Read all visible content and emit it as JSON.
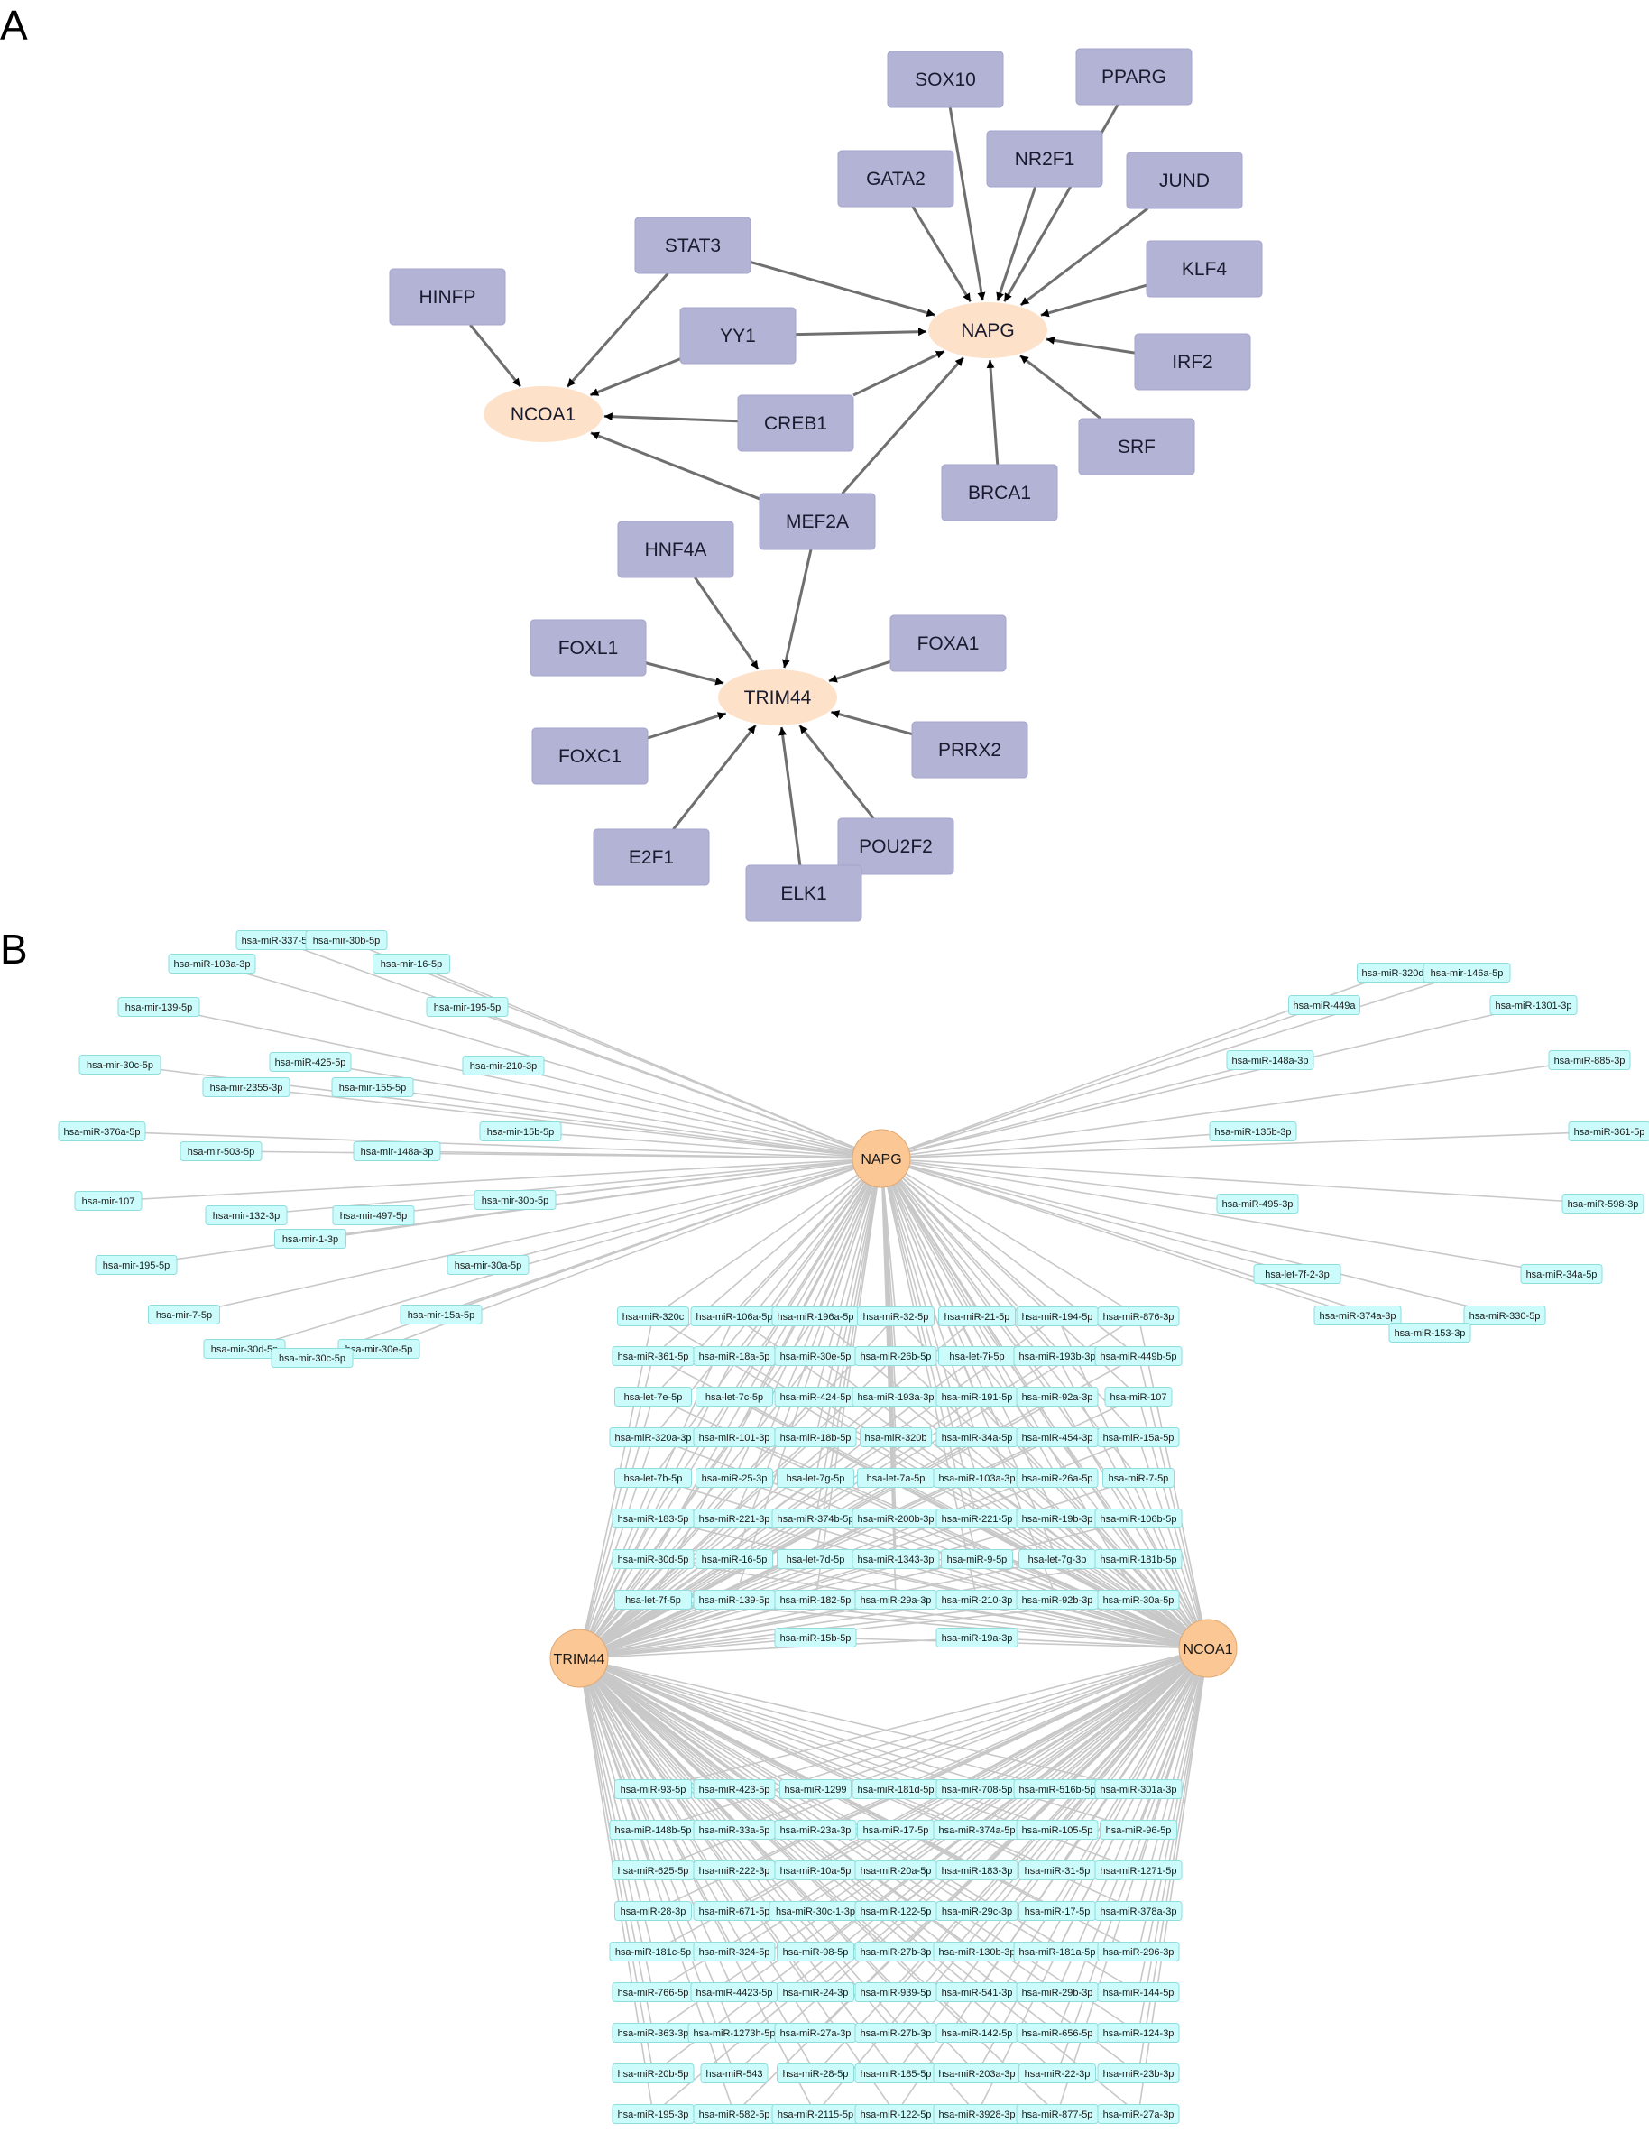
{
  "panels": {
    "a_letter": "A",
    "b_letter": "B"
  },
  "panel_a": {
    "targets": [
      "NAPG",
      "NCOA1",
      "TRIM44"
    ],
    "tfs": [
      "SOX10",
      "PPARG",
      "NR2F1",
      "GATA2",
      "JUND",
      "STAT3",
      "KLF4",
      "HINFP",
      "YY1",
      "IRF2",
      "CREB1",
      "SRF",
      "BRCA1",
      "MEF2A",
      "HNF4A",
      "FOXL1",
      "FOXA1",
      "FOXC1",
      "PRRX2",
      "E2F1",
      "POU2F2",
      "ELK1"
    ],
    "edges": [
      [
        "SOX10",
        "NAPG"
      ],
      [
        "PPARG",
        "NAPG"
      ],
      [
        "NR2F1",
        "NAPG"
      ],
      [
        "GATA2",
        "NAPG"
      ],
      [
        "JUND",
        "NAPG"
      ],
      [
        "STAT3",
        "NAPG"
      ],
      [
        "KLF4",
        "NAPG"
      ],
      [
        "YY1",
        "NAPG"
      ],
      [
        "IRF2",
        "NAPG"
      ],
      [
        "CREB1",
        "NAPG"
      ],
      [
        "SRF",
        "NAPG"
      ],
      [
        "BRCA1",
        "NAPG"
      ],
      [
        "MEF2A",
        "NAPG"
      ],
      [
        "HINFP",
        "NCOA1"
      ],
      [
        "STAT3",
        "NCOA1"
      ],
      [
        "YY1",
        "NCOA1"
      ],
      [
        "CREB1",
        "NCOA1"
      ],
      [
        "MEF2A",
        "NCOA1"
      ],
      [
        "MEF2A",
        "TRIM44"
      ],
      [
        "HNF4A",
        "TRIM44"
      ],
      [
        "FOXL1",
        "TRIM44"
      ],
      [
        "FOXA1",
        "TRIM44"
      ],
      [
        "FOXC1",
        "TRIM44"
      ],
      [
        "PRRX2",
        "TRIM44"
      ],
      [
        "E2F1",
        "TRIM44"
      ],
      [
        "POU2F2",
        "TRIM44"
      ],
      [
        "ELK1",
        "TRIM44"
      ]
    ]
  },
  "panel_b": {
    "genes": [
      "NAPG",
      "TRIM44",
      "NCOA1"
    ],
    "napg_left": [
      "hsa-miR-337-5p",
      "hsa-mir-30b-5p",
      "hsa-miR-103a-3p",
      "hsa-mir-16-5p",
      "hsa-mir-139-5p",
      "hsa-mir-195-5p",
      "hsa-mir-30c-5p",
      "hsa-miR-425-5p",
      "hsa-mir-210-3p",
      "hsa-mir-2355-3p",
      "hsa-mir-155-5p",
      "hsa-miR-376a-5p",
      "hsa-mir-15b-5p",
      "hsa-mir-503-5p",
      "hsa-mir-148a-3p",
      "hsa-mir-107",
      "hsa-mir-30b-5p",
      "hsa-mir-132-3p",
      "hsa-mir-497-5p",
      "hsa-mir-1-3p",
      "hsa-mir-195-5p",
      "hsa-mir-30a-5p",
      "hsa-mir-7-5p",
      "hsa-mir-15a-5p",
      "hsa-mir-30d-5p",
      "hsa-mir-30e-5p",
      "hsa-mir-30c-5p"
    ],
    "napg_right": [
      "hsa-miR-320d",
      "hsa-mir-146a-5p",
      "hsa-miR-449a",
      "hsa-miR-1301-3p",
      "hsa-miR-148a-3p",
      "hsa-miR-885-3p",
      "hsa-miR-135b-3p",
      "hsa-miR-361-5p",
      "hsa-miR-495-3p",
      "hsa-miR-598-3p",
      "hsa-let-7f-2-3p",
      "hsa-miR-34a-5p",
      "hsa-miR-374a-3p",
      "hsa-miR-330-5p",
      "hsa-miR-153-3p"
    ],
    "shared_grid": [
      [
        "hsa-miR-320c",
        "hsa-miR-106a-5p",
        "hsa-miR-196a-5p",
        "hsa-miR-32-5p",
        "hsa-miR-21-5p",
        "hsa-miR-194-5p",
        "hsa-miR-876-3p"
      ],
      [
        "hsa-miR-361-5p",
        "hsa-miR-18a-5p",
        "hsa-miR-30e-5p",
        "hsa-miR-26b-5p",
        "hsa-let-7i-5p",
        "hsa-miR-193b-3p",
        "hsa-miR-449b-5p"
      ],
      [
        "hsa-let-7e-5p",
        "hsa-let-7c-5p",
        "hsa-miR-424-5p",
        "hsa-miR-193a-3p",
        "hsa-miR-191-5p",
        "hsa-miR-92a-3p",
        "hsa-miR-107"
      ],
      [
        "hsa-miR-320a-3p",
        "hsa-miR-101-3p",
        "hsa-miR-18b-5p",
        "hsa-miR-320b",
        "hsa-miR-34a-5p",
        "hsa-miR-454-3p",
        "hsa-miR-15a-5p"
      ],
      [
        "hsa-let-7b-5p",
        "hsa-miR-25-3p",
        "hsa-let-7g-5p",
        "hsa-let-7a-5p",
        "hsa-miR-103a-3p",
        "hsa-miR-26a-5p",
        "hsa-miR-7-5p"
      ],
      [
        "hsa-miR-183-5p",
        "hsa-miR-221-3p",
        "hsa-miR-374b-5p",
        "hsa-miR-200b-3p",
        "hsa-miR-221-5p",
        "hsa-miR-19b-3p",
        "hsa-miR-106b-5p"
      ],
      [
        "hsa-miR-30d-5p",
        "hsa-miR-16-5p",
        "hsa-let-7d-5p",
        "hsa-miR-1343-3p",
        "hsa-miR-9-5p",
        "hsa-let-7g-3p",
        "hsa-miR-181b-5p"
      ],
      [
        "hsa-let-7f-5p",
        "hsa-miR-139-5p",
        "hsa-miR-182-5p",
        "hsa-miR-29a-3p",
        "hsa-miR-210-3p",
        "hsa-miR-92b-3p",
        "hsa-miR-30a-5p"
      ]
    ],
    "shared_extra": [
      "hsa-miR-15b-5p",
      "hsa-miR-19a-3p"
    ],
    "bottom_grid": [
      [
        "hsa-miR-93-5p",
        "hsa-miR-423-5p",
        "hsa-miR-1299",
        "hsa-miR-181d-5p",
        "hsa-miR-708-5p",
        "hsa-miR-516b-5p",
        "hsa-miR-301a-3p"
      ],
      [
        "hsa-miR-148b-5p",
        "hsa-miR-33a-5p",
        "hsa-miR-23a-3p",
        "hsa-miR-17-5p",
        "hsa-miR-374a-5p",
        "hsa-miR-105-5p",
        "hsa-miR-96-5p"
      ],
      [
        "hsa-miR-625-5p",
        "hsa-miR-222-3p",
        "hsa-miR-10a-5p",
        "hsa-miR-20a-5p",
        "hsa-miR-183-3p",
        "hsa-miR-31-5p",
        "hsa-miR-1271-5p"
      ],
      [
        "hsa-miR-28-3p",
        "hsa-miR-671-5p",
        "hsa-miR-30c-1-3p",
        "hsa-miR-122-5p",
        "hsa-miR-29c-3p",
        "hsa-miR-17-5p",
        "hsa-miR-378a-3p"
      ],
      [
        "hsa-miR-181c-5p",
        "hsa-miR-324-5p",
        "hsa-miR-98-5p",
        "hsa-miR-27b-3p",
        "hsa-miR-130b-3p",
        "hsa-miR-181a-5p",
        "hsa-miR-296-3p"
      ],
      [
        "hsa-miR-766-5p",
        "hsa-miR-4423-5p",
        "hsa-miR-24-3p",
        "hsa-miR-939-5p",
        "hsa-miR-541-3p",
        "hsa-miR-29b-3p",
        "hsa-miR-144-5p"
      ],
      [
        "hsa-miR-363-3p",
        "hsa-miR-1273h-5p",
        "hsa-miR-27a-3p",
        "hsa-miR-27b-3p",
        "hsa-miR-142-5p",
        "hsa-miR-656-5p",
        "hsa-miR-124-3p"
      ],
      [
        "hsa-miR-20b-5p",
        "hsa-miR-543",
        "hsa-miR-28-5p",
        "hsa-miR-185-5p",
        "hsa-miR-203a-3p",
        "hsa-miR-22-3p",
        "hsa-miR-23b-3p"
      ],
      [
        "hsa-miR-195-3p",
        "hsa-miR-582-5p",
        "hsa-miR-2115-5p",
        "hsa-miR-122-5p",
        "hsa-miR-3928-3p",
        "hsa-miR-877-5p",
        "hsa-miR-27a-3p"
      ]
    ]
  },
  "colors": {
    "tf_fill": "#b3b3d6",
    "target_ellipse_fill": "#fde1c8",
    "mirna_fill": "#ccfbfb",
    "mirna_border": "#8fdede",
    "gene_circle_fill": "#fbc794",
    "edge_b": "#c8c8c8"
  }
}
